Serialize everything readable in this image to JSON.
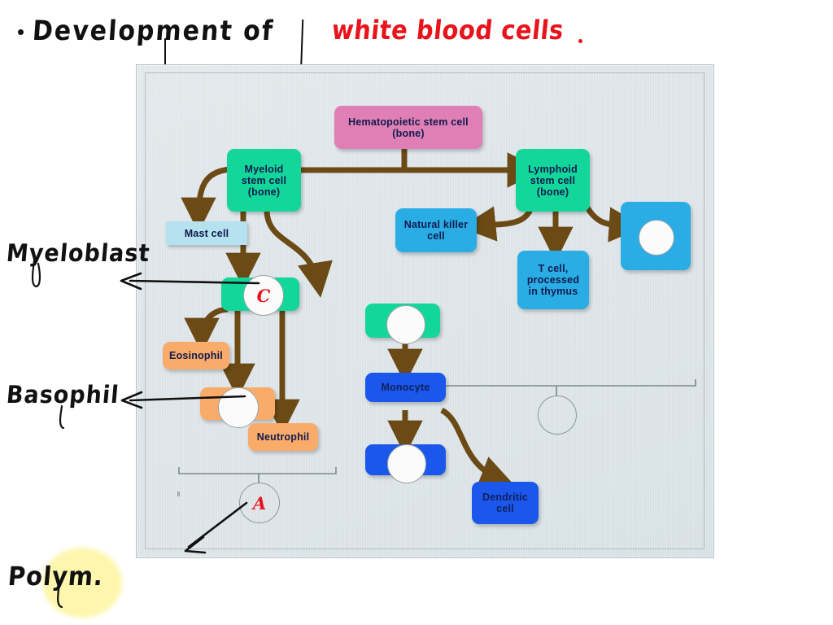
{
  "slide": {
    "bullet_marker": "•",
    "title_black": "Development of",
    "title_red": "white blood cells",
    "title_end_punct": "."
  },
  "annotations": {
    "labels": [
      {
        "id": "myeloblast",
        "text": "Myeloblast",
        "points_to": "green-box-with-C-circle"
      },
      {
        "id": "basophil",
        "text": "Basophil",
        "points_to": "orange-box-with-blank-circle"
      },
      {
        "id": "polym",
        "text": "Polym.",
        "points_to": "bracket-A-myeloid-granulocytes",
        "highlight_color": "#fdf6a8"
      }
    ],
    "marked_circles": [
      {
        "id": "circle-C",
        "letter": "C",
        "color": "#e8131b"
      },
      {
        "id": "circle-A",
        "letter": "A",
        "color": "#e8131b"
      }
    ]
  },
  "diagram": {
    "nodes": [
      {
        "id": "hematopoietic-stem-cell",
        "label": "Hematopoietic stem cell\n(bone)",
        "line1": "Hematopoietic stem cell",
        "line2": "(bone)",
        "color": "#df7fb5"
      },
      {
        "id": "myeloid-stem-cell",
        "line1": "Myeloid",
        "line2": "stem cell",
        "line3": "(bone)",
        "color": "#13d69a"
      },
      {
        "id": "lymphoid-stem-cell",
        "line1": "Lymphoid",
        "line2": "stem cell",
        "line3": "(bone)",
        "color": "#13d69a"
      },
      {
        "id": "mast-cell",
        "line1": "Mast cell",
        "color": "#b5e2ee"
      },
      {
        "id": "natural-killer-cell",
        "line1": "Natural killer",
        "line2": "cell",
        "color": "#2aade4"
      },
      {
        "id": "t-cell",
        "line1": "T cell,",
        "line2": "processed",
        "line3": "in thymus",
        "color": "#2aade4"
      },
      {
        "id": "b-cell-blank",
        "line1": "",
        "color": "#2aade4",
        "covered": true
      },
      {
        "id": "myeloblast-blank",
        "line1": "",
        "color": "#13d69a",
        "covered": true,
        "circle_letter": "C"
      },
      {
        "id": "eosinophil",
        "line1": "Eosinophil",
        "color": "#f9ab6a"
      },
      {
        "id": "basophil-blank",
        "line1": "",
        "color": "#f9ab6a",
        "covered": true
      },
      {
        "id": "neutrophil",
        "line1": "Neutrophil",
        "color": "#f9ab6a"
      },
      {
        "id": "monoblast-blank",
        "line1": "",
        "color": "#13d69a",
        "covered": true
      },
      {
        "id": "monocyte",
        "line1": "Monocyte",
        "color": "#1a57ea"
      },
      {
        "id": "macrophage-blank",
        "line1": "",
        "color": "#1a57ea",
        "covered": true
      },
      {
        "id": "dendritic-cell",
        "line1": "Dendritic",
        "line2": "cell",
        "color": "#1a57ea"
      }
    ],
    "brackets": [
      {
        "id": "bracket-granulocytes",
        "circle_letter": "A"
      },
      {
        "id": "bracket-lymphocytes",
        "circle_letter": ""
      }
    ],
    "refresh_icon": "refresh-icon"
  }
}
